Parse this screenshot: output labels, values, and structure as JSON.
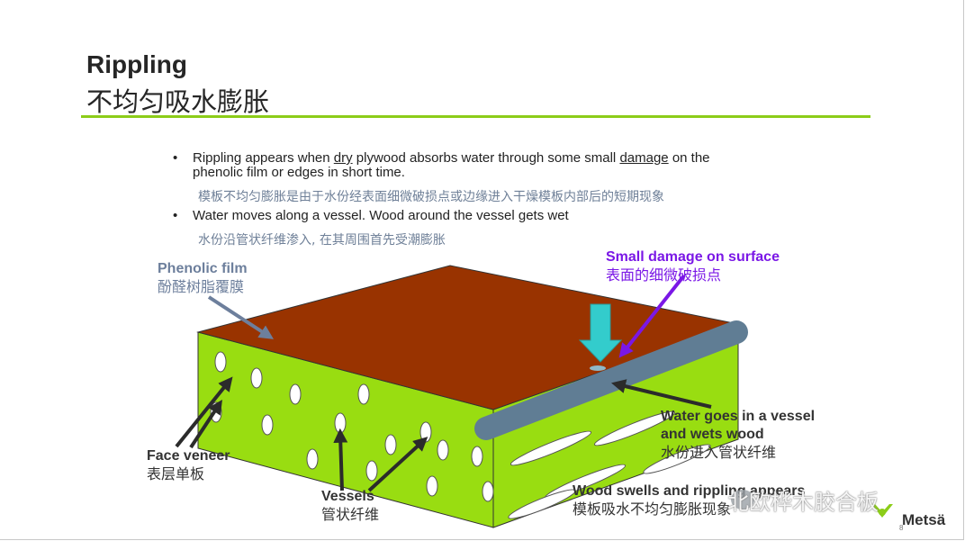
{
  "slide": {
    "title": "Rippling",
    "subtitle": "不均匀吸水膨胀",
    "page_number": "8"
  },
  "bullets": [
    {
      "marker": "•",
      "text_a": "Rippling appears when ",
      "text_u1": "dry",
      "text_b": " plywood absorbs water through some small ",
      "text_u2": "damage",
      "text_c": " on the",
      "text_line2": "phenolic film or edges in short time.",
      "cn": "模板不均匀膨胀是由于水份经表面细微破损点或边缘进入干燥模板内部后的短期现象"
    },
    {
      "marker": "•",
      "text": "Water moves along a vessel. Wood around the vessel gets wet",
      "cn": "水份沿管状纤维渗入, 在其周围首先受潮膨胀"
    }
  ],
  "labels": {
    "phenolic": {
      "en": "Phenolic film",
      "cn": "酚醛树脂覆膜"
    },
    "damage": {
      "en": "Small damage on surface",
      "cn": "表面的细微破损点"
    },
    "face_veneer": {
      "en": "Face veneer",
      "cn": "表层单板"
    },
    "vessels": {
      "en": "Vessels",
      "cn": "管状纤维"
    },
    "water": {
      "en1": "Water goes in a vessel",
      "en2": "and wets wood",
      "cn": "水份进入管状纤维"
    },
    "swell": {
      "en": "Wood swells and rippling appears",
      "cn": "模板吸水不均匀膨胀现象"
    }
  },
  "watermark": "北欧桦木胶合板",
  "logo": "Metsä",
  "colors": {
    "accent_green": "#8ccd19",
    "film_brown": "#993300",
    "wood_green": "#99dd11",
    "damage_purple": "#7a17e6",
    "water_cyan": "#33cccc",
    "phenolic_label": "#6d7f9c"
  }
}
